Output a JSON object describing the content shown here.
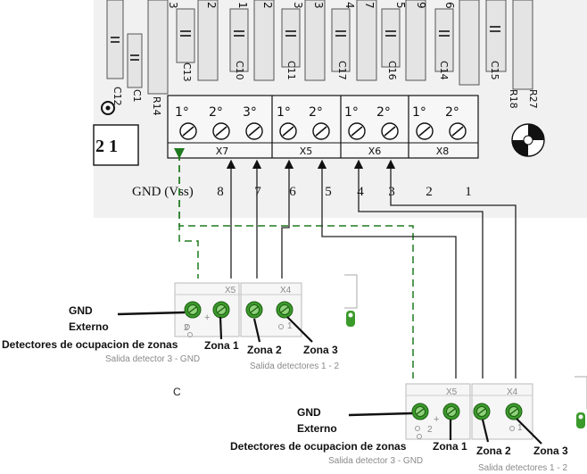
{
  "pcb": {
    "label_21": "2 1",
    "components": {
      "c12": "C12",
      "c1": "C1",
      "r14": "R14",
      "c13": "C13",
      "c10": "C10",
      "c11": "C11",
      "c17": "C17",
      "c16": "C16",
      "c14": "C14",
      "c15": "C15",
      "r18": "R18",
      "r27": "R27"
    },
    "top_digits": [
      "3",
      "2",
      "1",
      "2",
      "3",
      "3",
      "4",
      "7",
      "5",
      "9",
      "6"
    ],
    "connectors": {
      "x7": "X7",
      "x5": "X5",
      "x6": "X6",
      "x8": "X8"
    },
    "pin_labels": [
      "1°",
      "2°",
      "3°",
      "1°",
      "2°",
      "1°",
      "2°",
      "1°",
      "2°"
    ],
    "gnd_vss": "GND (Vss)",
    "pin_numbers": [
      "8",
      "7",
      "6",
      "5",
      "4",
      "3",
      "2",
      "1"
    ]
  },
  "detector_a": {
    "x5": "X5",
    "x4": "X4",
    "gnd_line1": "GND",
    "gnd_line2": "Externo",
    "detectors_label": "Detectores de ocupacion de zonas",
    "zona1": "Zona 1",
    "zona2": "Zona 2",
    "zona3": "Zona 3",
    "caption_left": "Salida detector 3 - GND",
    "caption_right": "Salida detectores 1 - 2",
    "pin2": "2",
    "pin1": "1"
  },
  "label_c": "C",
  "detector_b": {
    "x5": "X5",
    "x4": "X4",
    "gnd_line1": "GND",
    "gnd_line2": "Externo",
    "detectors_label": "Detectores de ocupacion de zonas",
    "zona1": "Zona 1",
    "zona2": "Zona 2",
    "zona3": "Zona 3",
    "caption_left": "Salida detector 3 - GND",
    "caption_right": "Salida detectores 1 - 2",
    "pin2": "2",
    "pin1": "1"
  },
  "colors": {
    "pcb_bg": "#f1f1f1",
    "terminal_green": "#3a9a2a",
    "gnd_dash": "#1f7a1f",
    "wire": "#222222"
  }
}
